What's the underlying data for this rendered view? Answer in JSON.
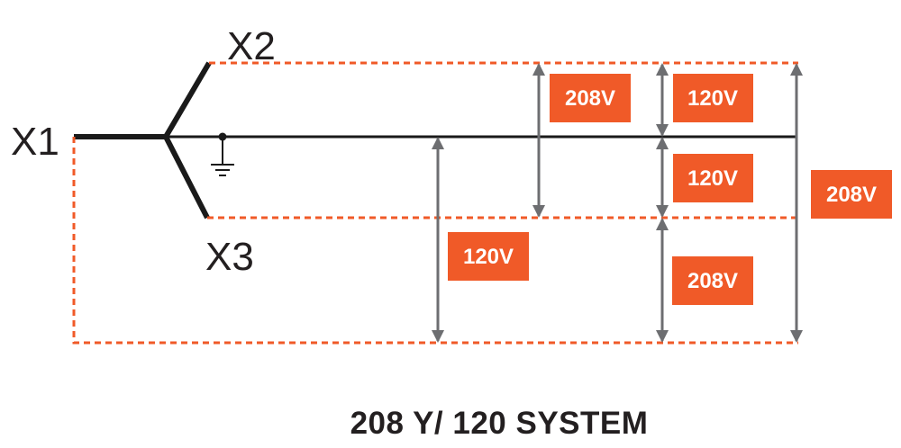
{
  "colors": {
    "accent": "#f05a28",
    "line": "#1a1a1a",
    "arrow": "#6d6e71",
    "text": "#231f20",
    "badge_text": "#ffffff"
  },
  "terminals": {
    "x1": "X1",
    "x2": "X2",
    "x3": "X3"
  },
  "icons": {
    "ground": "ground-symbol-icon"
  },
  "measurements": [
    {
      "label": "208V",
      "between": "X2-X3"
    },
    {
      "label": "120V",
      "between": "X2-N"
    },
    {
      "label": "120V",
      "between": "N-X3"
    },
    {
      "label": "208V",
      "between": "X2-X1"
    },
    {
      "label": "120V",
      "between": "N-X1"
    },
    {
      "label": "208V",
      "between": "X3-X1"
    }
  ],
  "title": "208 Y/ 120 SYSTEM"
}
